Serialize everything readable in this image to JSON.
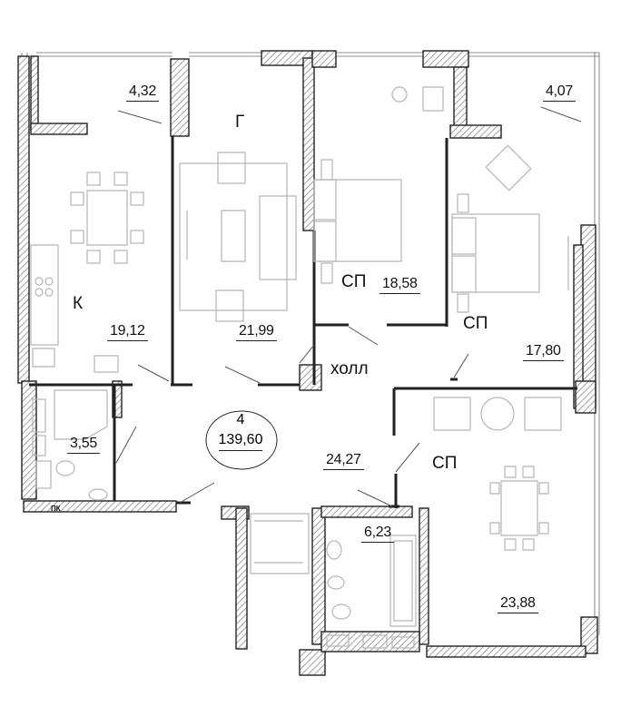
{
  "apartment": {
    "rooms_count": "4",
    "total_area": "139,60"
  },
  "room_codes": {
    "kitchen": "К",
    "living": "Г",
    "bedroom_1": "СП",
    "bedroom_2": "СП",
    "bedroom_3": "СП",
    "hall": "холл"
  },
  "areas": {
    "balcony_left": "4,32",
    "balcony_right": "4,07",
    "kitchen": "19,12",
    "living": "21,99",
    "bedroom_1": "18,58",
    "bedroom_2": "17,80",
    "hall": "24,27",
    "bathroom_small": "3,55",
    "bathroom_large": "6,23",
    "bedroom_3": "23,88"
  },
  "utility_label": "ПК",
  "colors": {
    "wall": "#222222",
    "wall_hatch": "#9a9a9a",
    "furniture": "#b5b5b5",
    "leader": "#333333"
  }
}
